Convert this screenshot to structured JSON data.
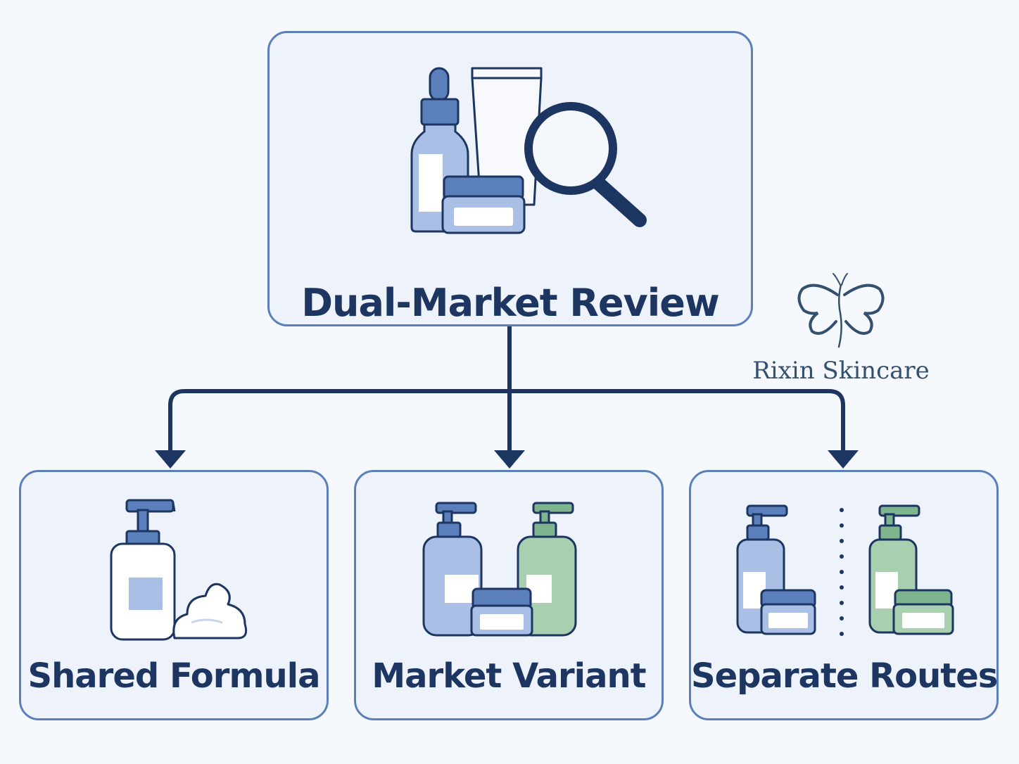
{
  "top_node": {
    "label": "Dual-Market Review"
  },
  "branches": [
    {
      "label": "Shared Formula"
    },
    {
      "label": "Market Variant"
    },
    {
      "label": "Separate Routes"
    }
  ],
  "brand": {
    "name": "Rixin Skincare"
  },
  "colors": {
    "box_fill": "#eef3fb",
    "box_border": "#5b7fba",
    "text_dark": "#1c3561",
    "connector": "#1c3561",
    "blue_product": "#a9bfe6",
    "green_product": "#a8cfb0"
  },
  "icons": [
    "dropper-bottle-icon",
    "tube-icon",
    "jar-icon",
    "magnifying-glass-icon",
    "pump-bottle-icon",
    "foam-icon",
    "butterfly-logo-icon"
  ]
}
